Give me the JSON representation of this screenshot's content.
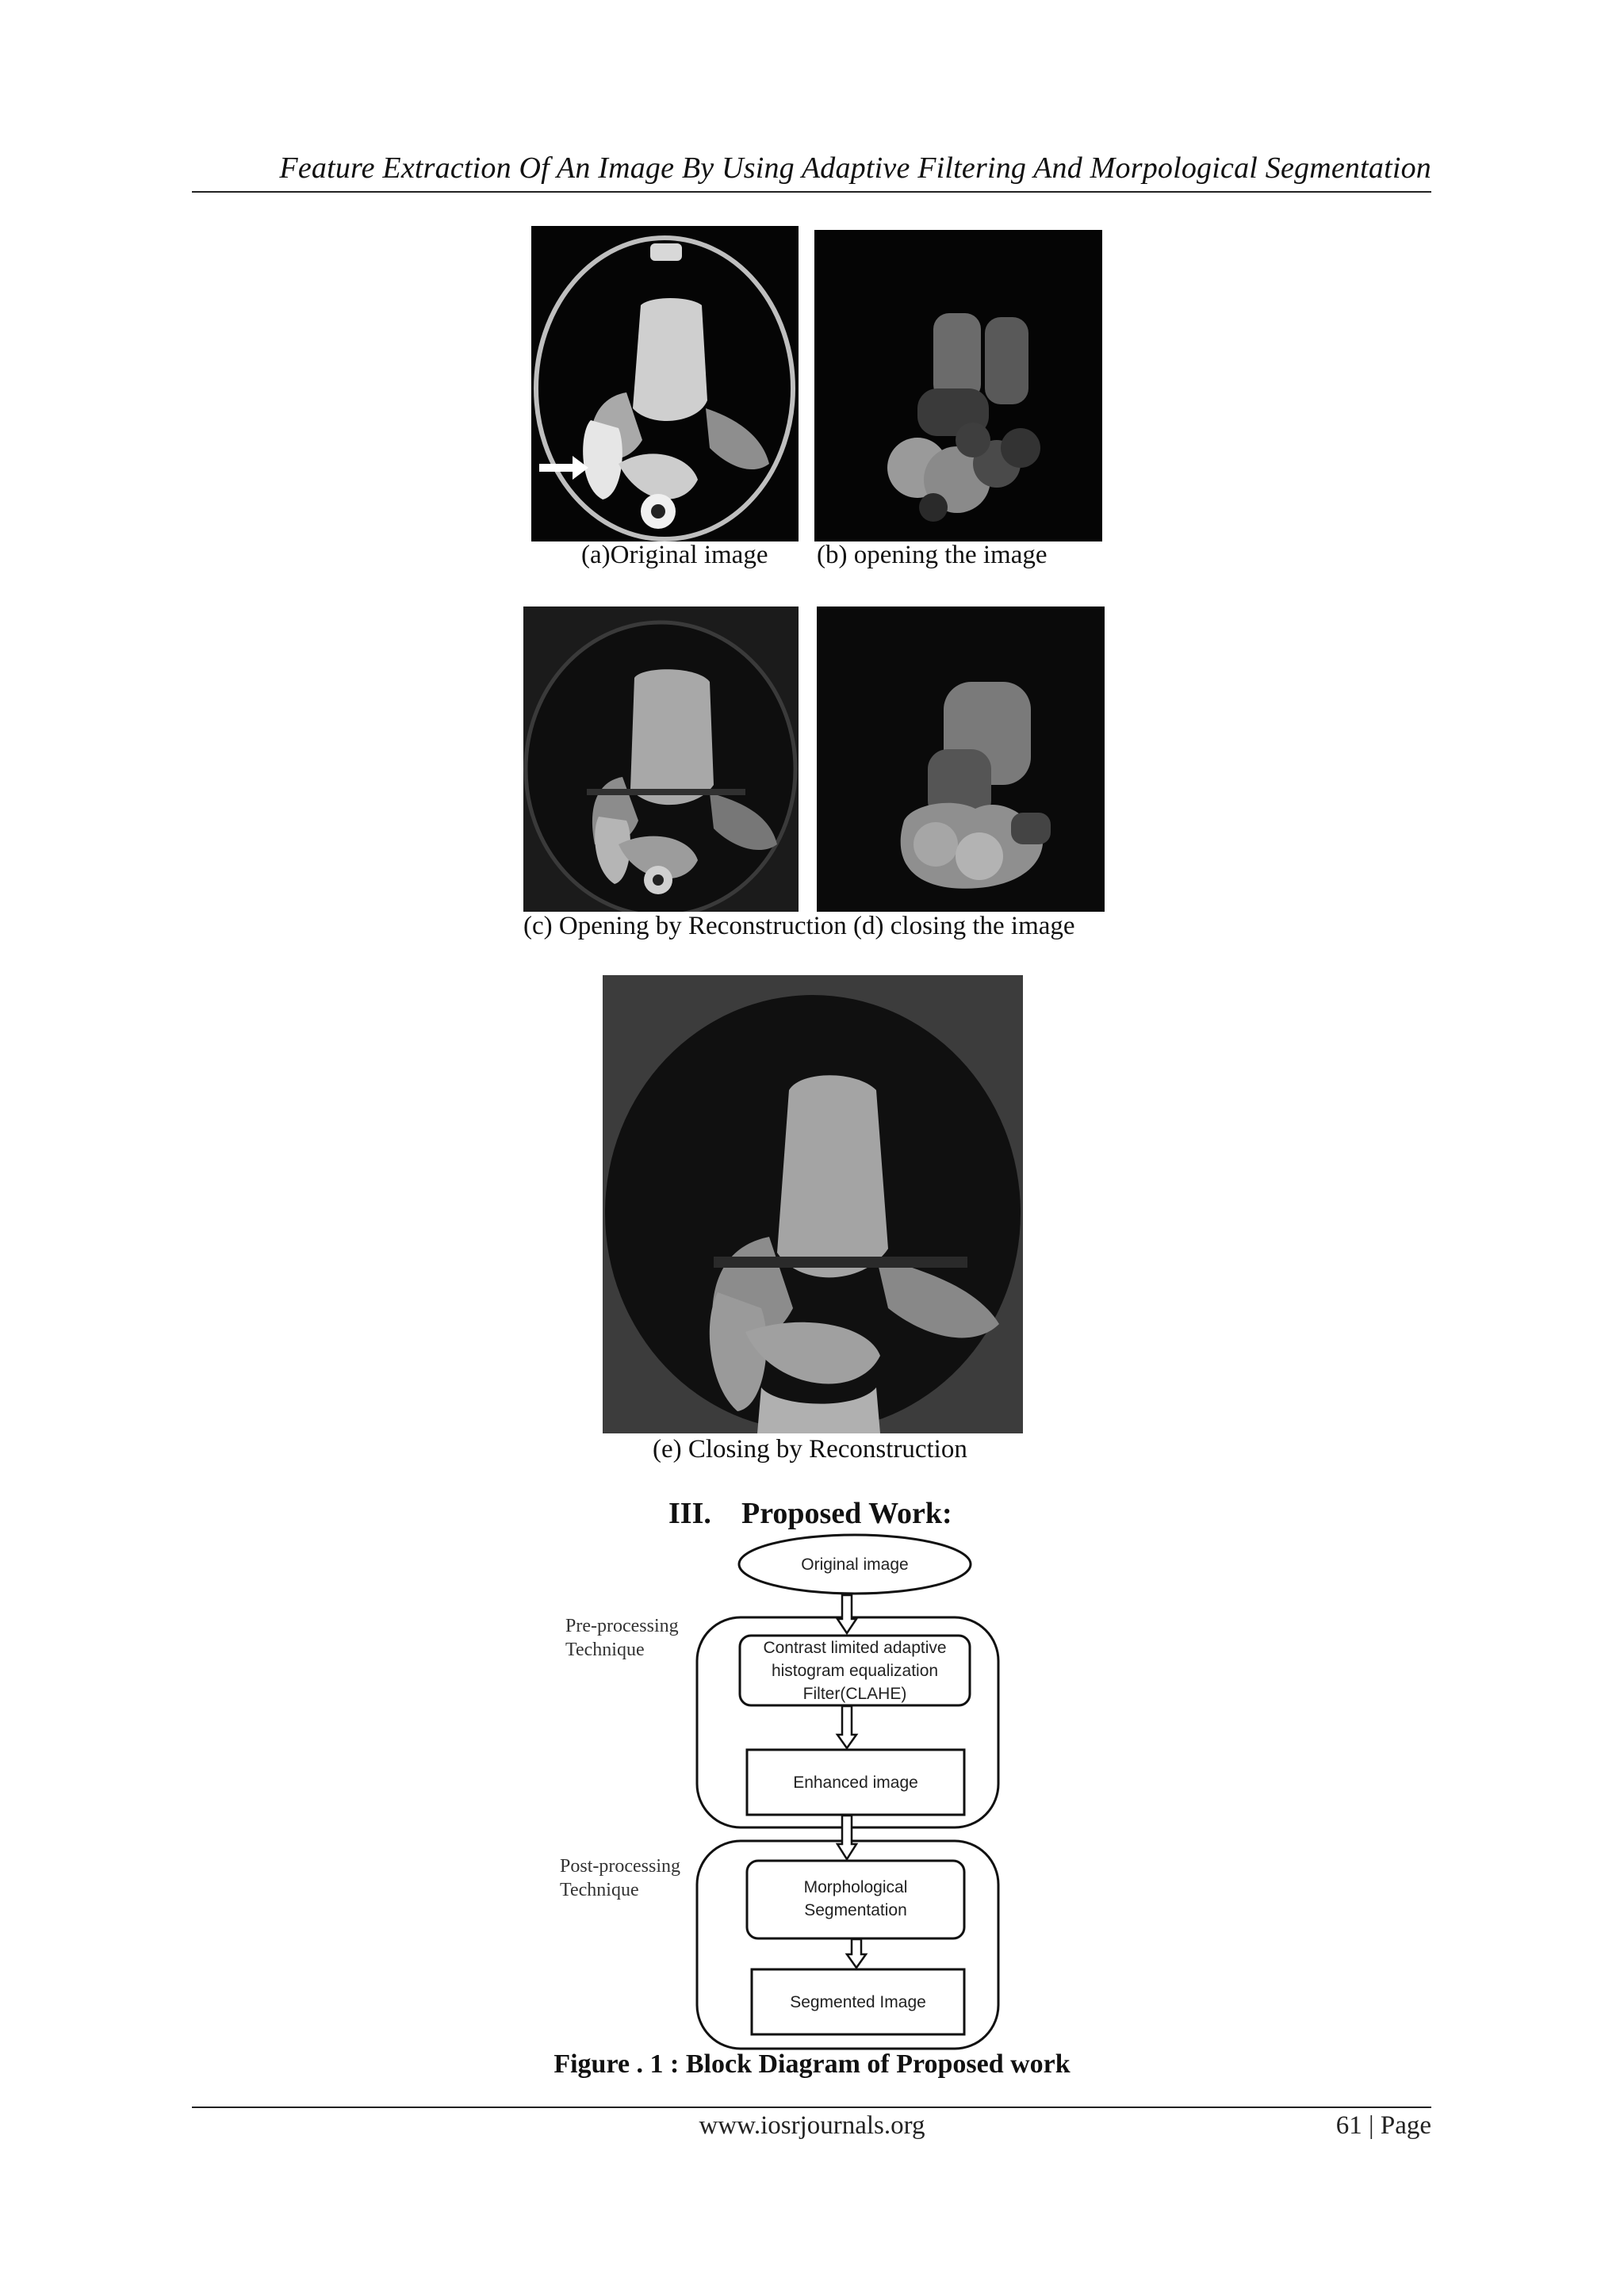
{
  "header": {
    "title": "Feature Extraction Of An Image By Using Adaptive Filtering And Morpological Segmentation"
  },
  "figures": {
    "a_caption": "(a)Original image",
    "b_caption": "(b) opening the image",
    "cd_caption": "(c) Opening by Reconstruction (d) closing the image",
    "e_caption": "(e) Closing by Reconstruction"
  },
  "section": {
    "number": "III.",
    "title": "Proposed Work:"
  },
  "block_diagram": {
    "pre_label_line1": "Pre-processing",
    "pre_label_line2": "Technique",
    "post_label_line1": "Post-processing",
    "post_label_line2": "Technique",
    "original": "Original image",
    "clahe_line1": "Contrast limited adaptive",
    "clahe_line2": "histogram equalization",
    "clahe_line3": "Filter(CLAHE)",
    "enhanced": "Enhanced image",
    "morph_line1": "Morphological",
    "morph_line2": "Segmentation",
    "segmented": "Segmented Image",
    "caption": "Figure . 1 : Block Diagram of Proposed work"
  },
  "footer": {
    "url": "www.iosrjournals.org",
    "page": "61 | Page"
  }
}
